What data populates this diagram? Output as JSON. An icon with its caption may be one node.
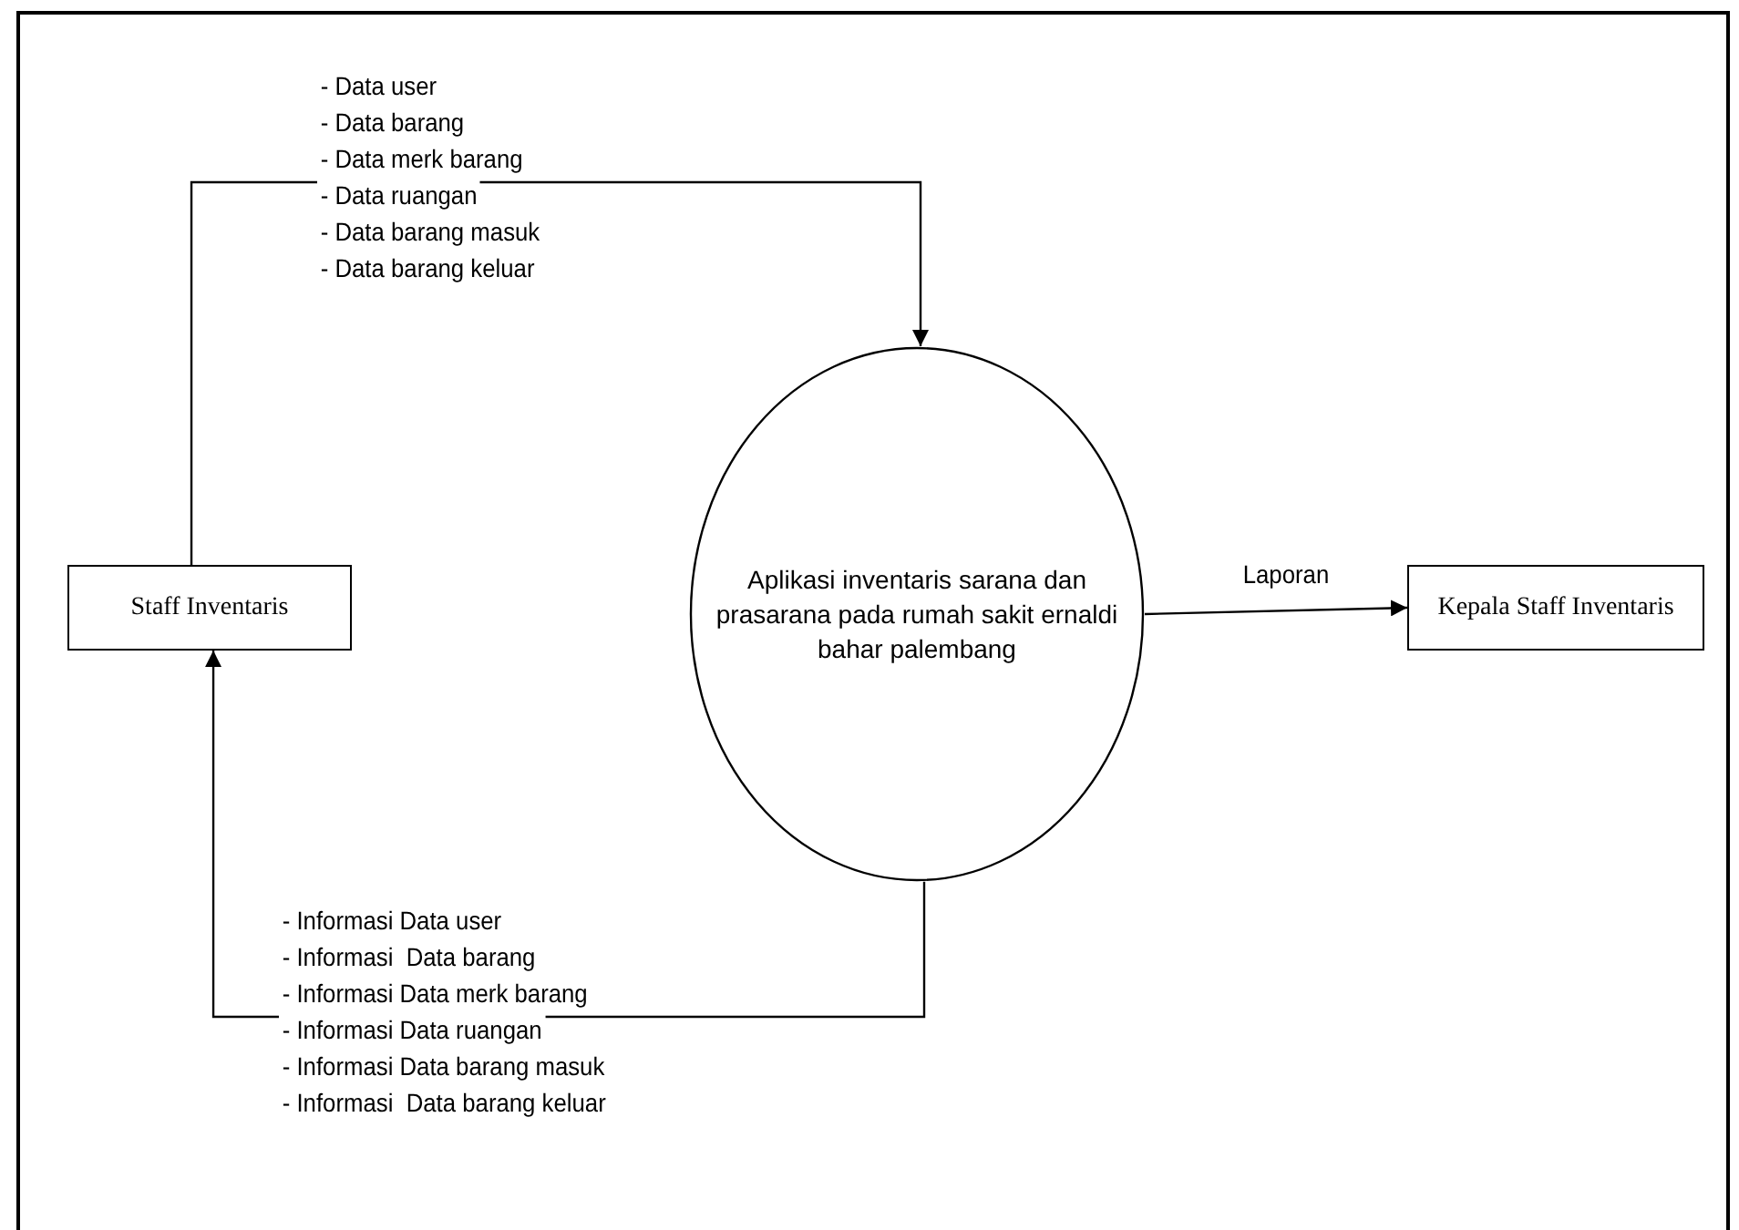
{
  "diagram": {
    "nodes": [
      {
        "text": [
          "Staff Inventaris"
        ]
      },
      {
        "text": [
          "Aplikasi inventaris sarana dan prasarana pada rumah sakit ernaldi bahar palembang"
        ]
      },
      {
        "text": [
          "Kepala Staff Inventaris"
        ]
      }
    ],
    "edges": [
      {
        "from": 0,
        "to": 1,
        "arrow": "to"
      },
      {
        "from": 1,
        "to": 0,
        "arrow": "to"
      },
      {
        "from": 1,
        "to": 2,
        "arrow": "to",
        "label": "Laporan"
      }
    ],
    "labels": [
      "- Data user",
      "- Data barang",
      "- Data merk barang",
      "- Data ruangan",
      "- Data barang masuk",
      "- Data barang keluar",
      "- Informasi Data user",
      "- Informasi  Data barang",
      "- Informasi Data merk barang",
      "- Informasi Data ruangan",
      "- Informasi Data barang masuk",
      "- Informasi  Data barang keluar"
    ]
  }
}
